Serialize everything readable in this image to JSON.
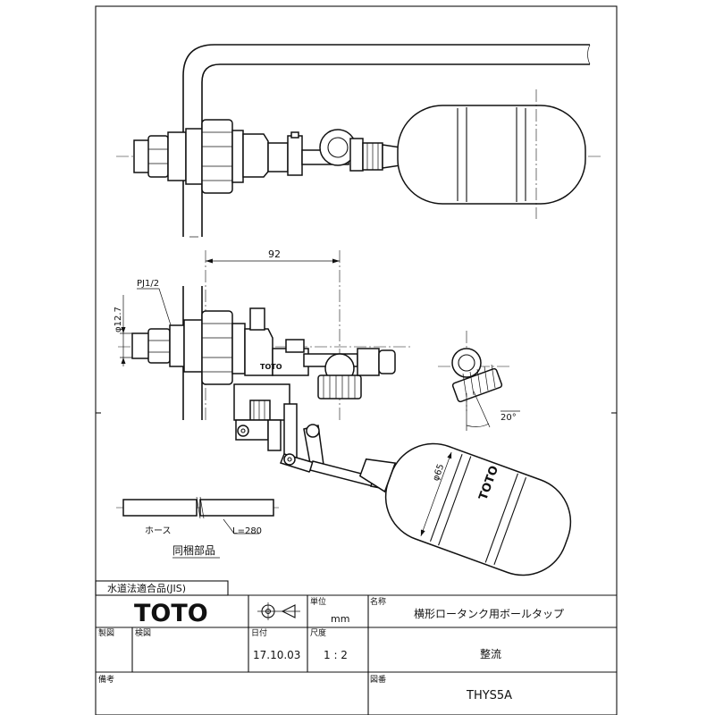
{
  "drawing": {
    "labels": {
      "dim_length": "92",
      "thread": "PJ1/2",
      "diameter": "φ12.7",
      "angle": "20°",
      "float_diameter": "φ65",
      "hose": "ホース",
      "hose_length": "L=280",
      "included_parts": "同梱部品",
      "brand_mark": "TOTO",
      "body_mark": "TOTO"
    }
  },
  "title_block": {
    "compliance": "水道法適合品(JIS)",
    "logo": "TOTO",
    "unit_label": "単位",
    "unit_value": "mm",
    "name_label": "名称",
    "name_value": "横形ロータンク用ボールタップ",
    "made_by_label": "製図",
    "checked_label": "検図",
    "date_label": "日付",
    "date_value": "17.10.03",
    "scale_label": "尺度",
    "scale_value": "1 : 2",
    "subtitle_value": "整流",
    "remarks_label": "備考",
    "number_label": "図番",
    "number_value": "THYS5A"
  }
}
